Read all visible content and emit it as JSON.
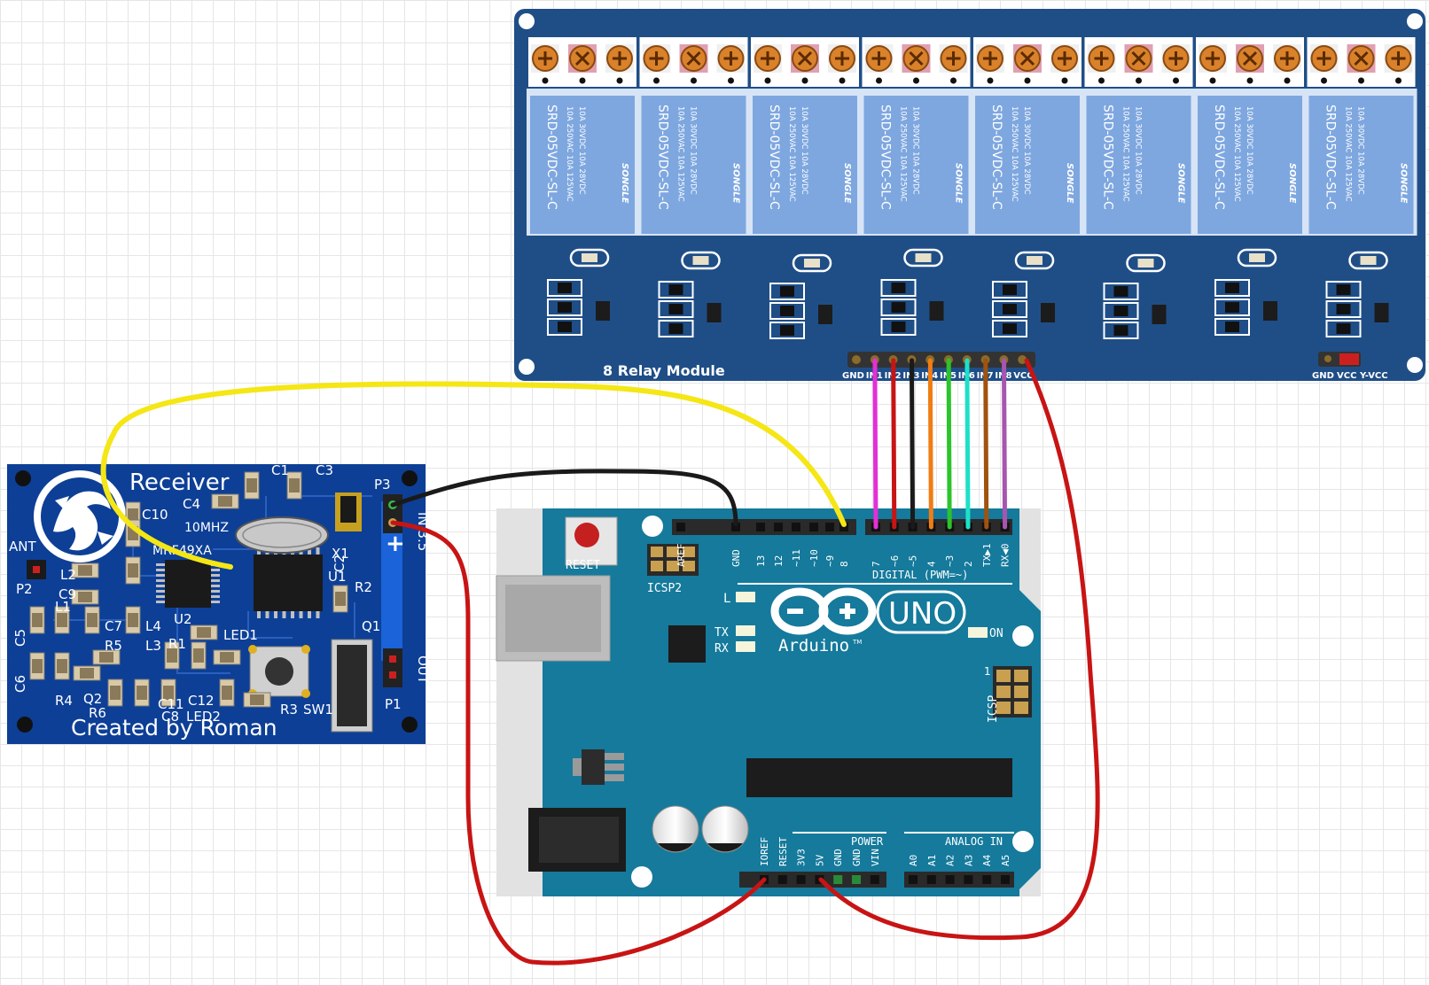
{
  "relay_module": {
    "title": "8 Relay Module",
    "relay_model": "SRD-05VDC-SL-C",
    "relay_rating_1": "10A 250VAC 10A 125VAC",
    "relay_rating_2": "10A 30VDC  10A 28VDC",
    "relay_brand": "SONGLE",
    "pins": [
      "GND",
      "IN1",
      "IN2",
      "IN3",
      "IN4",
      "IN5",
      "IN6",
      "IN7",
      "IN8",
      "VCC"
    ],
    "jumper_pins": [
      "GND",
      "VCC",
      "Y-VCC"
    ]
  },
  "receiver": {
    "title": "Receiver",
    "credit": "Created by Roman",
    "crystal": "10MHZ",
    "chip": "MRF49XA",
    "pin_label": "IN 3.5",
    "out_label": "OUT",
    "plus": "+",
    "labels": [
      "C1",
      "C3",
      "C4",
      "C10",
      "P3",
      "ANT",
      "L2",
      "P2",
      "C9",
      "L1",
      "U2",
      "X1",
      "U1",
      "C2",
      "R2",
      "Q1",
      "C5",
      "C7",
      "L4",
      "LED1",
      "R5",
      "L3",
      "R1",
      "C6",
      "R4",
      "Q2",
      "R6",
      "C11",
      "C12",
      "C8",
      "LED2",
      "R3",
      "SW1",
      "P1"
    ]
  },
  "arduino": {
    "brand": "Arduino",
    "trademark": "TM",
    "model": "UNO",
    "reset_label": "RESET",
    "icsp2_label": "ICSP2",
    "icsp_label": "ICSP",
    "icsp_pin1": "1",
    "digital_label": "DIGITAL (PWM=~)",
    "led_l": "L",
    "led_tx": "TX",
    "led_rx": "RX",
    "on_label": "ON",
    "power_label": "POWER",
    "analog_label": "ANALOG IN",
    "digital_pins_left": [
      "AREF",
      "GND",
      "13",
      "12",
      "~11",
      "~10",
      "~9",
      "8"
    ],
    "digital_pins_right": [
      "7",
      "~6",
      "~5",
      "4",
      "~3",
      "2",
      "TX▶1",
      "RX◀0"
    ],
    "power_pins": [
      "IOREF",
      "RESET",
      "3V3",
      "5V",
      "GND",
      "GND",
      "VIN"
    ],
    "analog_pins": [
      "A0",
      "A1",
      "A2",
      "A3",
      "A4",
      "A5"
    ]
  },
  "wire_colors": {
    "yellow": "#f5e616",
    "black": "#1a1a1a",
    "red": "#c81414",
    "in1": "#e42fd6",
    "in2": "#c81414",
    "in3": "#1a1a1a",
    "in4": "#f07d14",
    "in5": "#2bc42b",
    "in6": "#1de0c8",
    "in7": "#a0520f",
    "in8": "#a855b0"
  },
  "board_colors": {
    "relay_pcb": "#1f4e87",
    "receiver_pcb": "#0d3f96",
    "arduino_pcb": "#157a9c",
    "relay_body": "#7ea7e0"
  }
}
